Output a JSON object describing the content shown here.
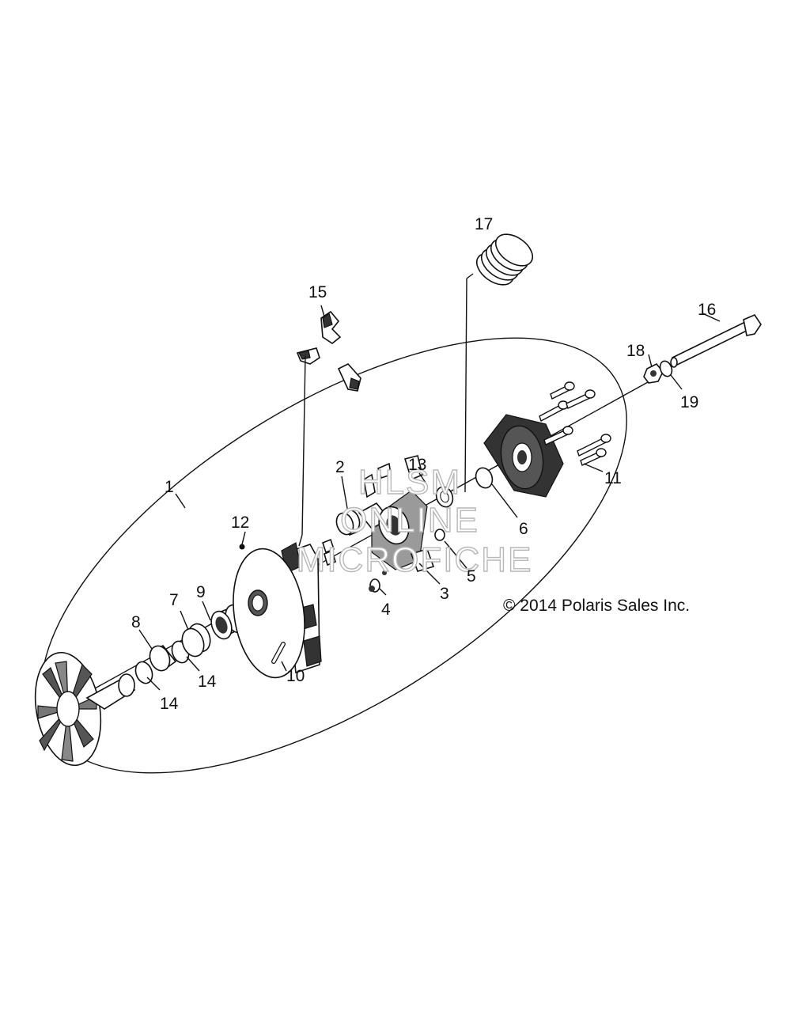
{
  "callouts": {
    "c1": "1",
    "c2": "2",
    "c3": "3",
    "c4": "4",
    "c5": "5",
    "c6": "6",
    "c7": "7",
    "c8": "8",
    "c9": "9",
    "c10": "10",
    "c11": "11",
    "c12": "12",
    "c13": "13",
    "c14a": "14",
    "c14b": "14",
    "c15": "15",
    "c16": "16",
    "c17": "17",
    "c18": "18",
    "c19": "19"
  },
  "copyright": "© 2014 Polaris Sales Inc.",
  "watermark": {
    "line1": "HLSM",
    "line2": "ONLINE",
    "line3": "MICROFICHE"
  }
}
